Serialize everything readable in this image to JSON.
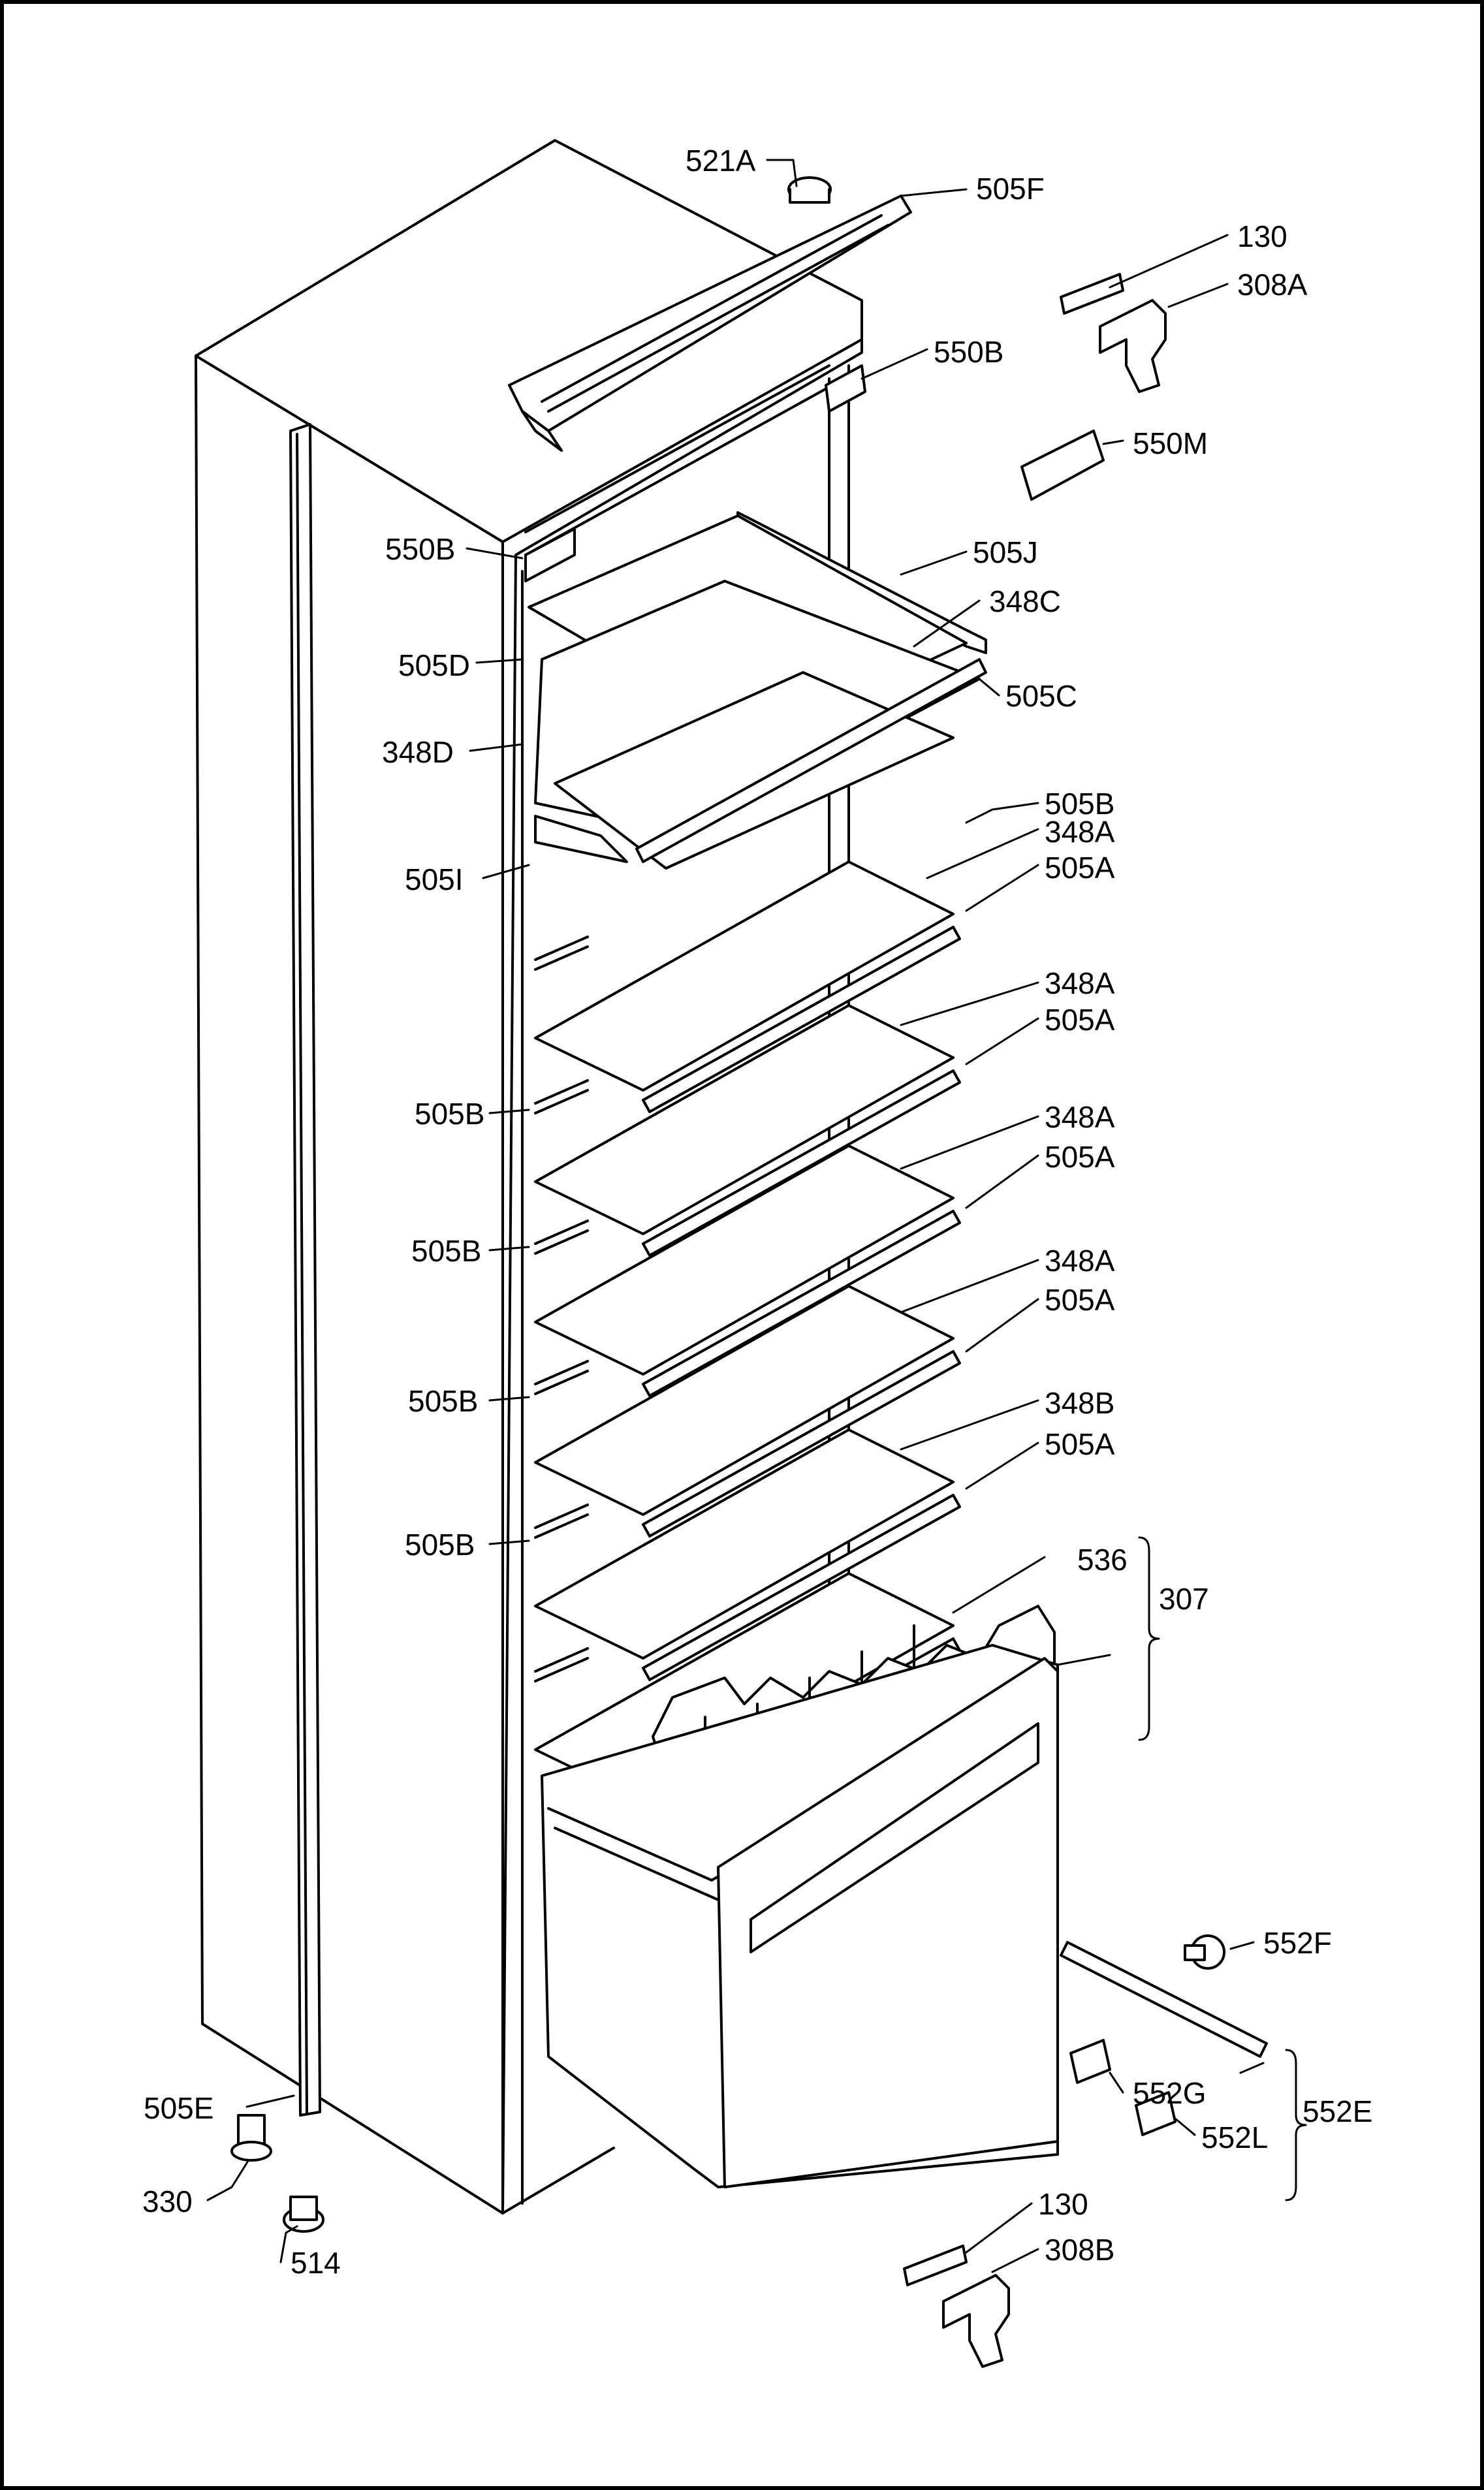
{
  "labels": {
    "l_521A": "521A",
    "l_505F": "505F",
    "l_130_top": "130",
    "l_308A": "308A",
    "l_550B_r": "550B",
    "l_550M": "550M",
    "l_550B_l": "550B",
    "l_505J": "505J",
    "l_348C": "348C",
    "l_505D": "505D",
    "l_505C": "505C",
    "l_348D": "348D",
    "l_505B_1": "505B",
    "l_348A_1": "348A",
    "l_505I": "505I",
    "l_505A_1": "505A",
    "l_348A_2": "348A",
    "l_505A_2": "505A",
    "l_505B_2": "505B",
    "l_348A_3": "348A",
    "l_505A_3": "505A",
    "l_505B_3": "505B",
    "l_348A_4": "348A",
    "l_505A_4": "505A",
    "l_505B_4": "505B",
    "l_348B": "348B",
    "l_505A_5": "505A",
    "l_505B_5": "505B",
    "l_536": "536",
    "l_307": "307",
    "l_552F": "552F",
    "l_505E": "505E",
    "l_552G": "552G",
    "l_552E": "552E",
    "l_552L": "552L",
    "l_330": "330",
    "l_130_bot": "130",
    "l_308B": "308B",
    "l_514": "514"
  }
}
